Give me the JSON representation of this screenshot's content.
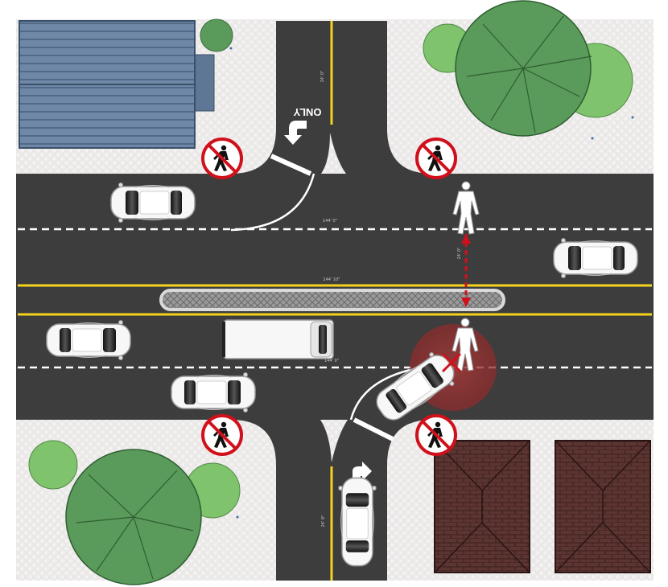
{
  "road_markings": {
    "turn_only_text": "ONLY"
  },
  "dimensions": {
    "north_approach": "24' 0\"",
    "south_approach": "24' 0\"",
    "upper_lanes": "144' 0\"",
    "median": "144' 10\"",
    "lower_lanes": "144' 0\"",
    "crossing": "24' 0\""
  },
  "signs": [
    {
      "name": "no-pedestrian-crossing-sign",
      "meaning": "no pedestrian crossing"
    }
  ],
  "colors": {
    "asphalt": "#3d3d3d",
    "sidewalk": "#e9e6e6",
    "center_line": "#f4d21d",
    "lane_dash": "#ffffff",
    "prohibition_red": "#d0101b",
    "danger_zone": "#8c2b2b",
    "tree": "#5a9a5b",
    "roof_blue": "#6e88a8",
    "roof_brown": "#5a3230"
  },
  "vehicles": [
    {
      "id": "car-1",
      "type": "sedan",
      "color": "white",
      "heading": "west"
    },
    {
      "id": "car-2",
      "type": "sedan",
      "color": "white",
      "heading": "west"
    },
    {
      "id": "car-3",
      "type": "sedan",
      "color": "white",
      "heading": "east"
    },
    {
      "id": "van-1",
      "type": "van",
      "color": "white",
      "heading": "east"
    },
    {
      "id": "car-4",
      "type": "sedan",
      "color": "white",
      "heading": "east"
    },
    {
      "id": "car-5",
      "type": "sedan",
      "color": "white",
      "heading": "turning right"
    },
    {
      "id": "car-6",
      "type": "sedan",
      "color": "white",
      "heading": "north"
    }
  ],
  "pedestrians": [
    {
      "id": "pedestrian-north",
      "state": "crossing"
    },
    {
      "id": "pedestrian-median",
      "state": "in conflict with turning vehicle"
    }
  ]
}
